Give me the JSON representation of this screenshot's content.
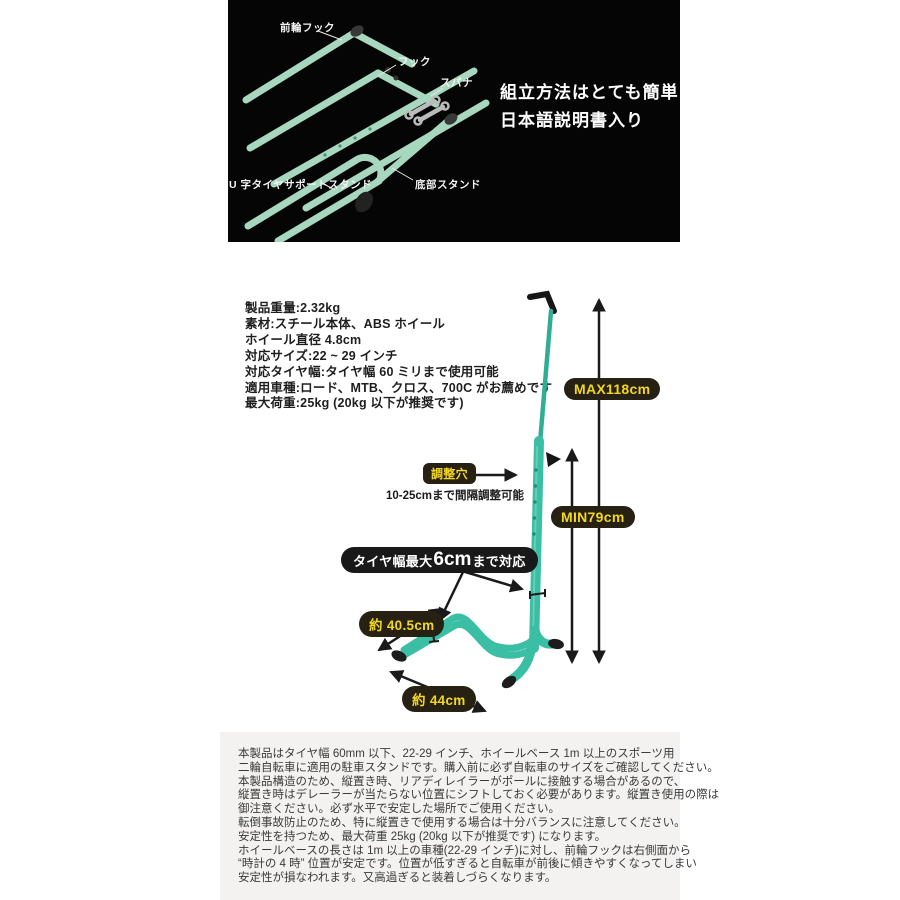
{
  "photo_panel": {
    "part_labels": {
      "front_hook": "前輪フック",
      "hook": "フック",
      "spanner": "スパナ",
      "u_support": "U 字タイヤサポートスタンド",
      "bottom_stand": "底部スタンド"
    },
    "headline_line1": "組立方法はとても簡単",
    "headline_line2": "日本語説明書入り"
  },
  "specs": {
    "lines": [
      "製品重量:2.32kg",
      "素材:スチール本体、ABS ホイール",
      "ホイール直径 4.8cm",
      "対応サイズ:22 ~ 29 インチ",
      "対応タイヤ幅:タイヤ幅 60 ミリまで使用可能",
      "適用車種:ロード、MTB、クロス、700C がお薦めです",
      "最大荷重:25kg (20kg 以下が推奨です)"
    ]
  },
  "diagram": {
    "max_height_label": "MAX118cm",
    "min_height_label": "MIN79cm",
    "adjust_hole_label": "調整穴",
    "adjust_range_note": "10-25cmまで間隔調整可能",
    "tire_width_prefix": "タイヤ幅最大",
    "tire_width_value": "6cm",
    "tire_width_suffix": "まで対応",
    "depth_label": "約 40.5cm",
    "width_label": "約 44cm",
    "colors": {
      "stand_teal": "#3abfa4",
      "label_bg": "#272113",
      "label_yellow": "#f3d723"
    }
  },
  "notes": {
    "lines": [
      "本製品はタイヤ幅 60mm 以下、22-29 インチ、ホイールベース 1m 以上のスポーツ用",
      "二輪自転車に適用の駐車スタンドです。購入前に必ず自転車のサイズをご確認してください。",
      "本製品構造のため、縦置き時、リアディレイラーがポールに接触する場合があるので、",
      "縦置き時はデレーラーが当たらない位置にシフトしておく必要があります。縦置き使用の際は",
      "御注意ください。必ず水平で安定した場所でご使用ください。",
      "転倒事故防止のため、特に縦置きで使用する場合は十分バランスに注意してください。",
      "安定性を持つため、最大荷重 25kg (20kg 以下が推奨です) になります。",
      "ホイールベースの長さは 1m 以上の車種(22-29 インチ)に対し、前輪フックは右側面から",
      "“時計の 4 時” 位置が安定です。位置が低すぎると自転車が前後に傾きやすくなってしまい",
      "安定性が損なわれます。又高過ぎると装着しづらくなります。"
    ]
  }
}
